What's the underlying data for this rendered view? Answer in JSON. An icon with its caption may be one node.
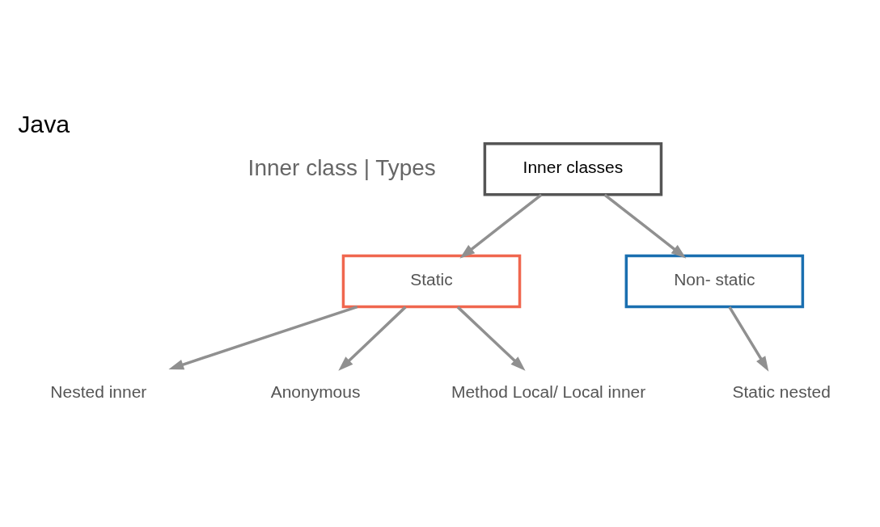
{
  "diagram": {
    "title": "Java",
    "nodes": [
      {
        "text": [
          "Inner classes"
        ]
      },
      {
        "text": [
          "Static"
        ]
      },
      {
        "text": [
          "Non- static"
        ]
      },
      {
        "text": [
          "Nested inner"
        ]
      },
      {
        "text": [
          "Anonymous"
        ]
      },
      {
        "text": [
          "Method Local/ Local inner"
        ]
      },
      {
        "text": [
          "Static nested"
        ]
      }
    ],
    "edges": [
      {
        "from": 0,
        "to": 1,
        "arrow": "to"
      },
      {
        "from": 0,
        "to": 2,
        "arrow": "to"
      },
      {
        "from": 1,
        "to": 3,
        "arrow": "to"
      },
      {
        "from": 1,
        "to": 4,
        "arrow": "to"
      },
      {
        "from": 1,
        "to": 5,
        "arrow": "to"
      },
      {
        "from": 2,
        "to": 6,
        "arrow": "to"
      }
    ],
    "labels": [
      "Inner class | Types"
    ]
  }
}
